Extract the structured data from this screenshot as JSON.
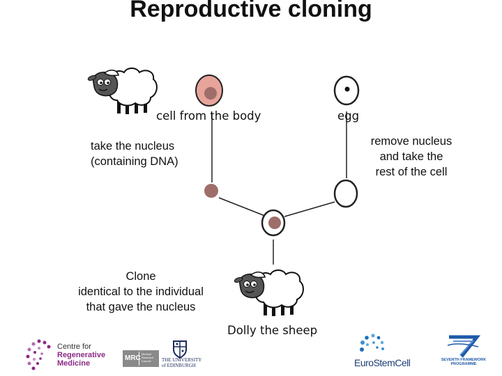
{
  "title": "Reproductive cloning",
  "labels": {
    "cell_from_body": "cell from the body",
    "egg": "egg",
    "take_nucleus_line1": "take the nucleus",
    "take_nucleus_line2": "(containing DNA)",
    "remove_nucleus_line1": "remove nucleus",
    "remove_nucleus_line2": "and take the",
    "remove_nucleus_line3": "rest of the cell",
    "clone_line1": "Clone",
    "clone_line2": "identical to the individual",
    "clone_line3": "that gave the nucleus",
    "dolly": "Dolly the sheep"
  },
  "logos": {
    "crm_line1": "Centre for",
    "crm_line2": "Regenerative",
    "crm_line3": "Medicine",
    "mrc": "MRC",
    "mrc_small": "Medical Research Council",
    "edinburgh_line1": "THE UNIVERSITY",
    "edinburgh_line2": "of EDINBURGH",
    "eurostemcell": "EuroStemCell",
    "fp7": "SEVENTH FRAMEWORK PROGRAMME"
  },
  "colors": {
    "nucleus": "#9e6e6a",
    "cell_fill": "#e7a49b",
    "crm_purple": "#8a2a86",
    "eurostem_blue": "#1d6fb8",
    "fp7_blue": "#1f5aa8"
  }
}
